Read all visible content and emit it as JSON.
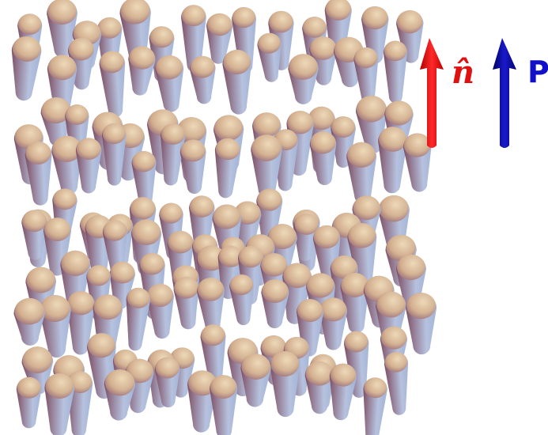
{
  "figure": {
    "description_free": true,
    "molecule_shape": "tapered-rod",
    "molecule_orientation": "up",
    "colors": {
      "molecule_body": "#a9b4d4",
      "molecule_shadow": "#8a5a6a",
      "molecule_cap": "#e8c9a0",
      "director_arrow": "#e01010",
      "polarization_arrow": "#10108c",
      "background": "#ffffff"
    }
  },
  "legend": {
    "director": {
      "label": "n̂",
      "arrow_direction": "up",
      "icon": "red-arrow-up-icon"
    },
    "polarization": {
      "label": "P",
      "arrow_direction": "up",
      "icon": "blue-arrow-up-icon"
    }
  }
}
